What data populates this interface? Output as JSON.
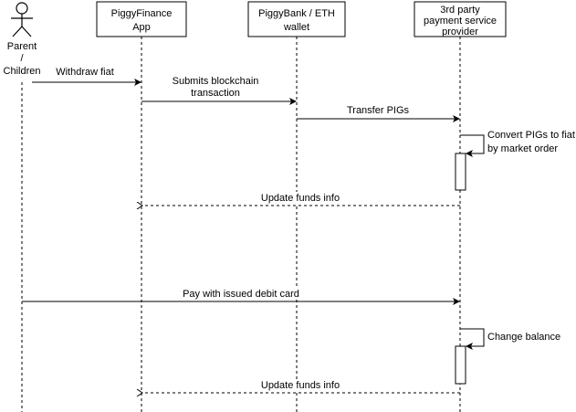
{
  "actor": {
    "lines": [
      "Parent",
      "/",
      "Children"
    ]
  },
  "participants": [
    {
      "id": "app",
      "lines": [
        "PiggyFinance",
        "App"
      ]
    },
    {
      "id": "wallet",
      "lines": [
        "PiggyBank / ETH",
        "wallet"
      ]
    },
    {
      "id": "provider",
      "lines": [
        "3rd party",
        "payment service",
        "provider"
      ]
    }
  ],
  "messages": [
    {
      "id": "withdraw-fiat",
      "lines": [
        "Withdraw fiat"
      ],
      "style": "solid"
    },
    {
      "id": "submits-transaction",
      "lines": [
        "Submits blockchain",
        "transaction"
      ],
      "style": "solid"
    },
    {
      "id": "transfer-pigs",
      "lines": [
        "Transfer PIGs"
      ],
      "style": "solid"
    },
    {
      "id": "convert-pigs",
      "lines": [
        "Convert PIGs to fiat",
        "by market order"
      ],
      "style": "self"
    },
    {
      "id": "update-funds-1",
      "lines": [
        "Update funds info"
      ],
      "style": "dashed"
    },
    {
      "id": "pay-debit-card",
      "lines": [
        "Pay with issued debit card"
      ],
      "style": "solid"
    },
    {
      "id": "change-balance",
      "lines": [
        "Change balance"
      ],
      "style": "self"
    },
    {
      "id": "update-funds-2",
      "lines": [
        "Update funds info"
      ],
      "style": "dashed"
    }
  ]
}
